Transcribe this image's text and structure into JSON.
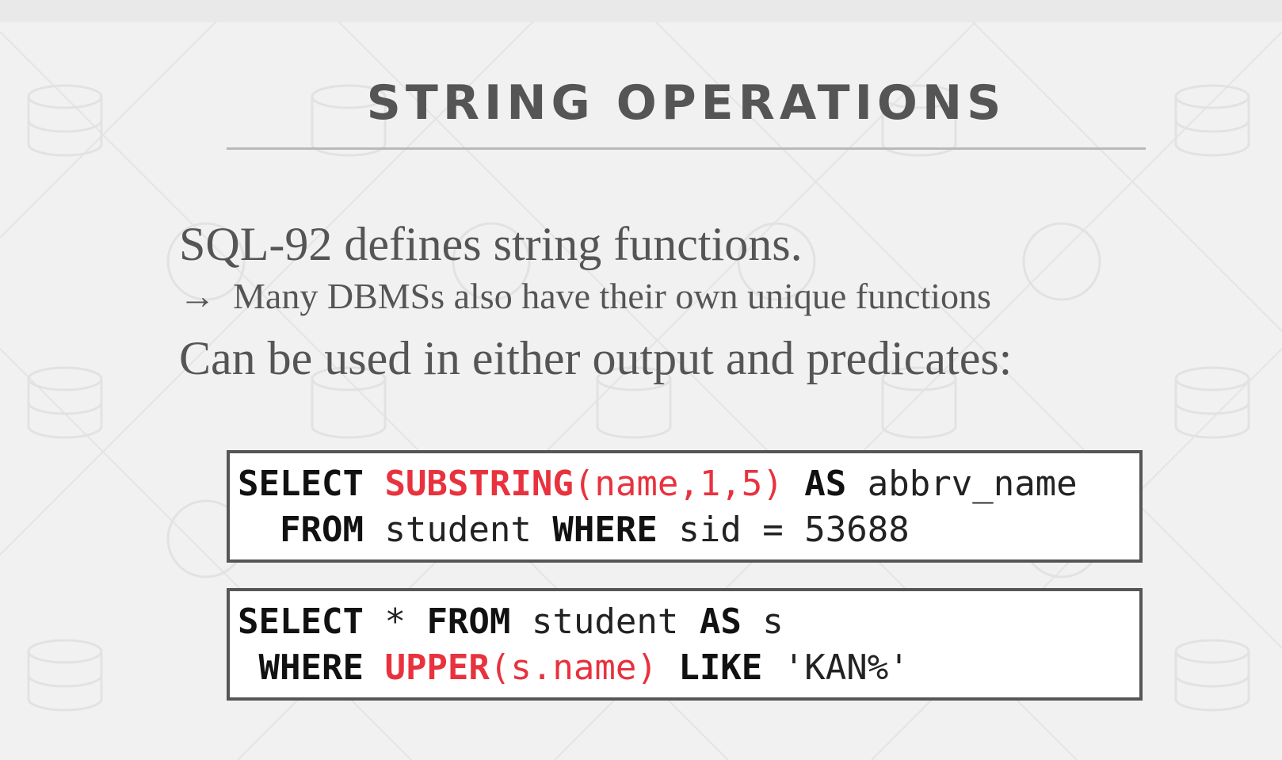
{
  "slide": {
    "title": "STRING OPERATIONS",
    "bullets": [
      "SQL-92 defines string functions.",
      "Many DBMSs also have their own unique functions",
      "Can be used in either output and predicates:"
    ],
    "sub_arrow": "→"
  },
  "code1": {
    "line1": {
      "select": "SELECT",
      "sp1": " ",
      "func": "SUBSTRING",
      "args": "(name,1,5)",
      "sp2": " ",
      "as": "AS",
      "rest": " abbrv_name"
    },
    "line2": {
      "indent": "  ",
      "from": "FROM",
      "mid": " student ",
      "where": "WHERE",
      "rest": " sid = 53688"
    }
  },
  "code2": {
    "line1": {
      "select": "SELECT",
      "star": " * ",
      "from": "FROM",
      "mid": " student ",
      "as": "AS",
      "rest": " s"
    },
    "line2": {
      "indent": " ",
      "where": "WHERE",
      "sp1": " ",
      "func": "UPPER",
      "args": "(s.name)",
      "sp2": " ",
      "like": "LIKE",
      "rest": " 'KAN%'"
    }
  },
  "colors": {
    "background": "#f1f1f1",
    "title": "#555555",
    "body_text": "#555555",
    "highlight": "#e8323e",
    "code_border": "#565656"
  },
  "icons": [
    "database-icon",
    "skull-icon"
  ]
}
